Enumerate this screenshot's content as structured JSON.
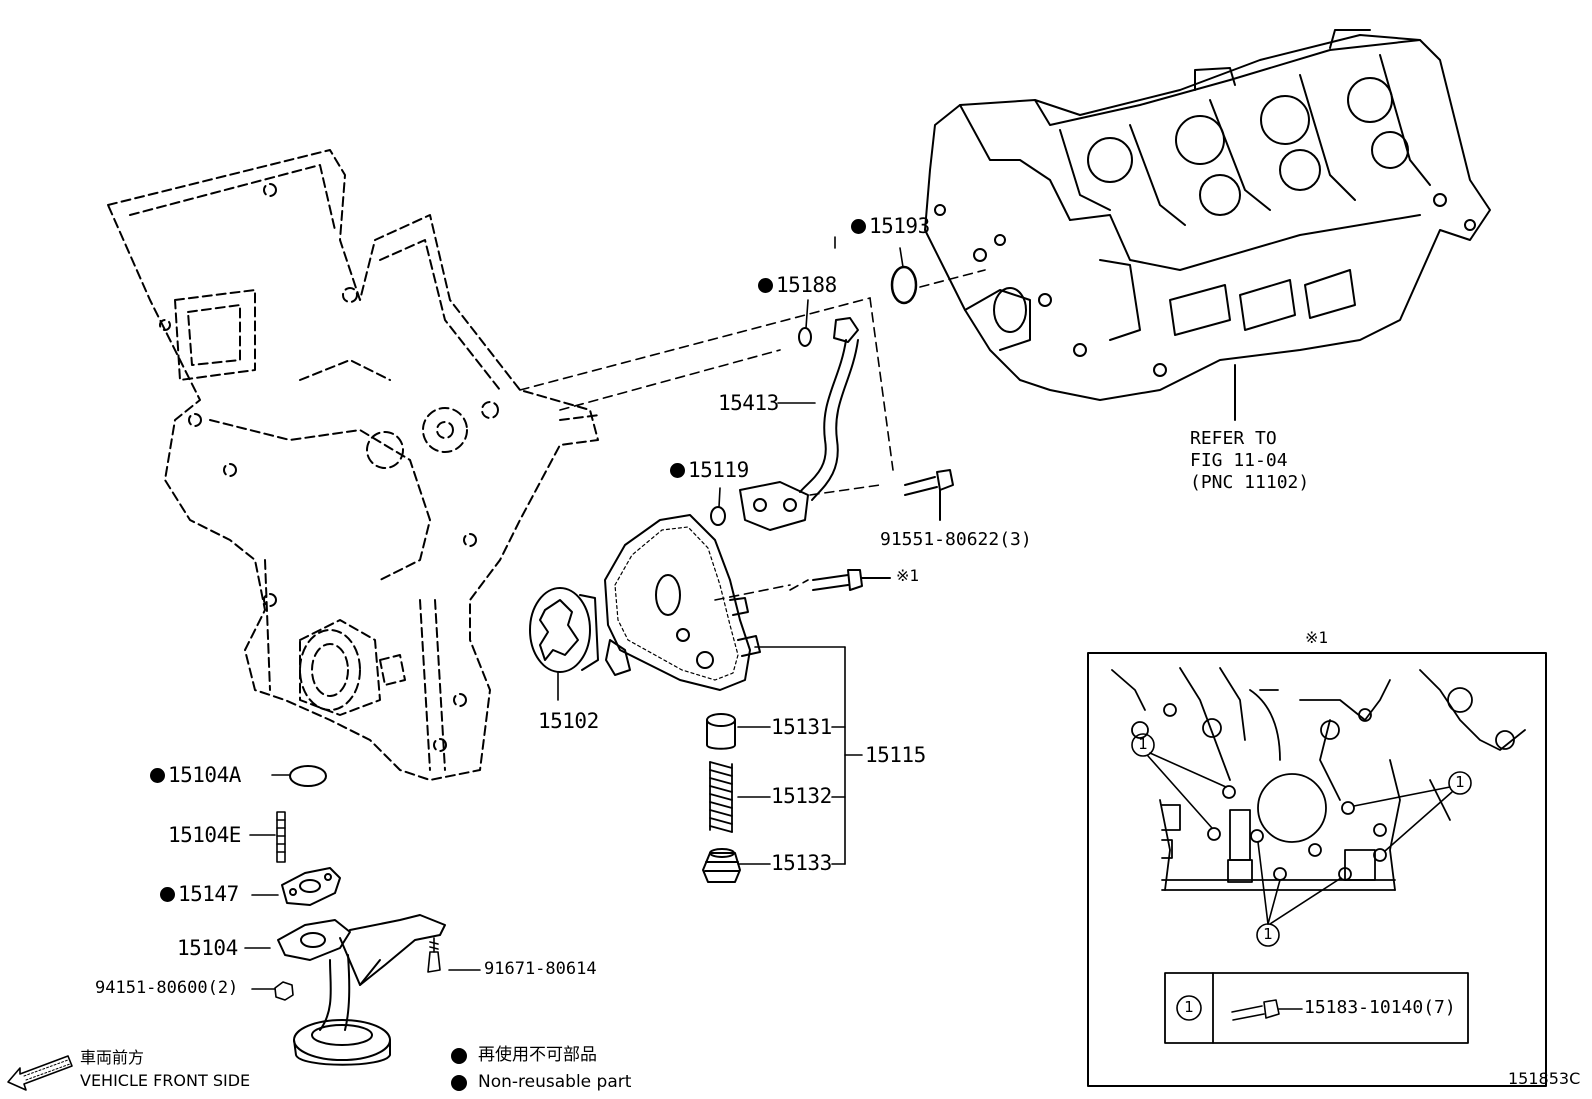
{
  "parts": {
    "p15193": "15193",
    "p15188": "15188",
    "p15413": "15413",
    "p15119": "15119",
    "p91551": "91551-80622(3)",
    "p_ref1": "※1",
    "p15102": "15102",
    "p15131": "15131",
    "p15132": "15132",
    "p15133": "15133",
    "p15115": "15115",
    "p15104A": "15104A",
    "p15104E": "15104E",
    "p15147": "15147",
    "p15104": "15104",
    "p94151": "94151-80600(2)",
    "p91671": "91671-80614"
  },
  "refer": {
    "line1": "REFER TO",
    "line2": "FIG 11-04",
    "line3": "(PNC 11102)"
  },
  "inset": {
    "title": "※1",
    "callout": "1",
    "legend_num": "1",
    "legend_part": "15183-10140(7)"
  },
  "front": {
    "jp": "車両前方",
    "en": "VEHICLE FRONT SIDE"
  },
  "legend": {
    "jp": "再使用不可部品",
    "en": "Non-reusable part"
  },
  "figure_id": "151853C"
}
